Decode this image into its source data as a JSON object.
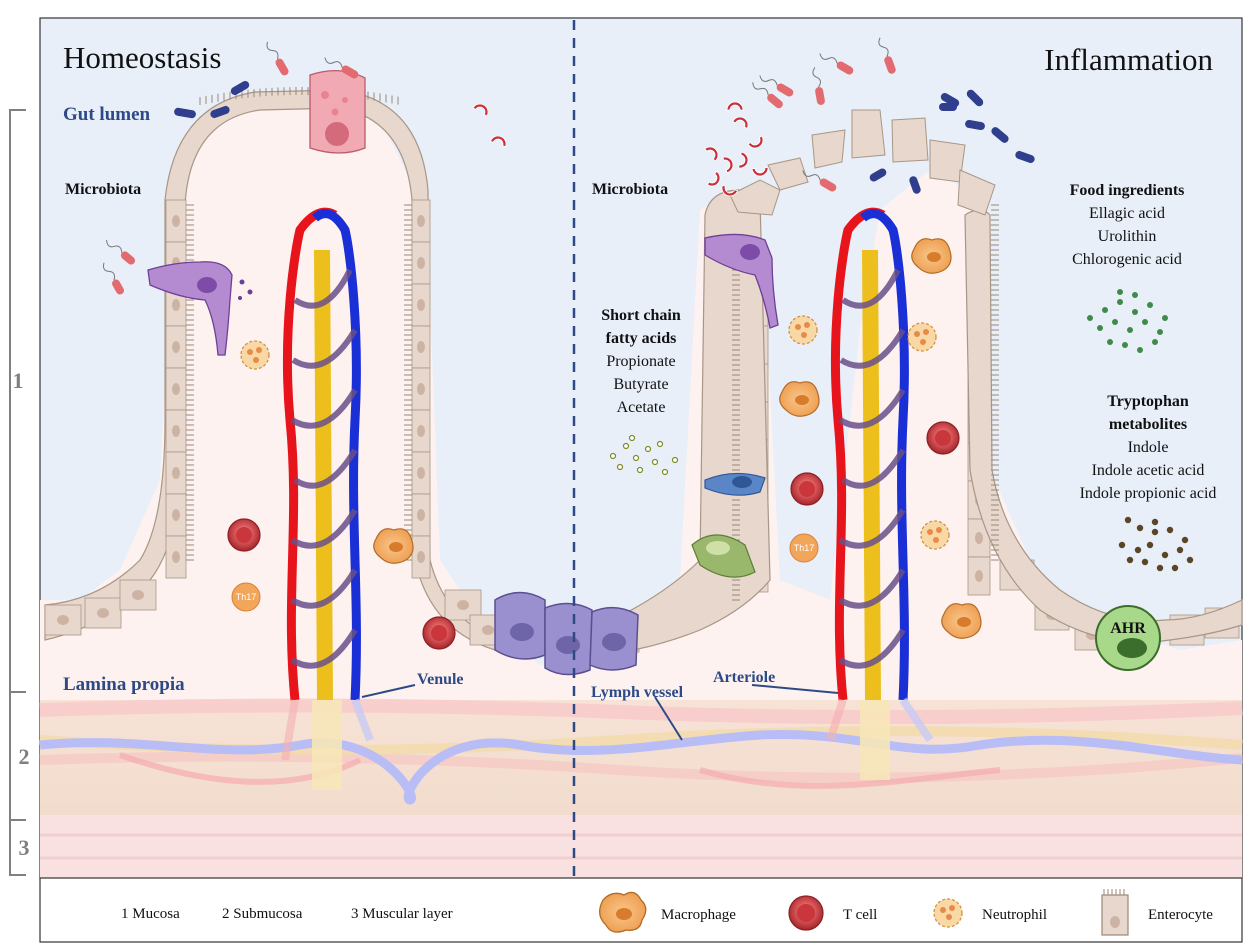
{
  "panels": {
    "left_title": "Homeostasis",
    "right_title": "Inflammation"
  },
  "labels": {
    "gut_lumen": "Gut lumen",
    "lamina_propria": "Lamina propia",
    "microbiota_left": "Microbiota",
    "microbiota_right": "Microbiota",
    "venule": "Venule",
    "arteriole": "Arteriole",
    "lymph_vessel": "Lymph vessel",
    "th17": "Th17",
    "ahr": "AHR"
  },
  "scfa": {
    "title_line1": "Short chain",
    "title_line2": "fatty acids",
    "items": [
      "Propionate",
      "Butyrate",
      "Acetate"
    ]
  },
  "food": {
    "title": "Food ingredients",
    "items": [
      "Ellagic acid",
      "Urolithin",
      "Chlorogenic acid"
    ]
  },
  "tryptophan": {
    "title_line1": "Tryptophan",
    "title_line2": "metabolites",
    "items": [
      "Indole",
      "Indole acetic acid",
      "Indole propionic acid"
    ]
  },
  "layers": {
    "numbers": [
      "1",
      "2",
      "3"
    ],
    "legend": [
      "1 Mucosa",
      "2 Submucosa",
      "3 Muscular layer"
    ]
  },
  "legend": {
    "macrophage": "Macrophage",
    "t_cell": "T cell",
    "neutrophil": "Neutrophil",
    "enterocyte": "Enterocyte"
  },
  "colors": {
    "lumen": "#e8eff9",
    "lamina": "#fdf2ef",
    "enterocyte": "#e7d7cc",
    "artery": "#e8141c",
    "vein": "#1a2fd6",
    "lymph": "#ecbf1c",
    "macrophage": "#f2a65a",
    "t_cell": "#d9484e",
    "label_blue": "#2e4a86"
  }
}
